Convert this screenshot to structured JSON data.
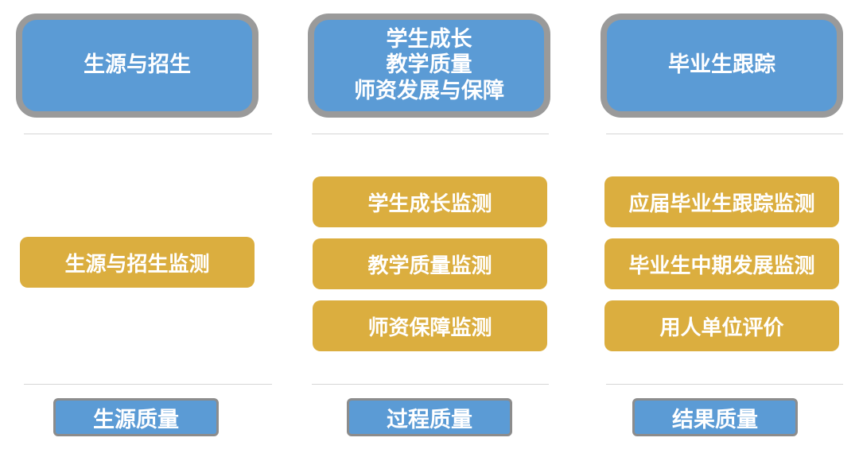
{
  "columns": [
    {
      "header": [
        "生源与招生"
      ],
      "items": [
        "生源与招生监测"
      ],
      "footer": "生源质量"
    },
    {
      "header": [
        "学生成长",
        "教学质量",
        "师资发展与保障"
      ],
      "items": [
        "学生成长监测",
        "教学质量监测",
        "师资保障监测"
      ],
      "footer": "过程质量"
    },
    {
      "header": [
        "毕业生跟踪"
      ],
      "items": [
        "应届毕业生跟踪监测",
        "毕业生中期发展监测",
        "用人单位评价"
      ],
      "footer": "结果质量"
    }
  ],
  "colors": {
    "header_fill": "#5b9bd5",
    "header_border": "#9a9a9a",
    "item_fill": "#dbae3f",
    "footer_fill": "#5b9bd5",
    "text": "#ffffff"
  }
}
